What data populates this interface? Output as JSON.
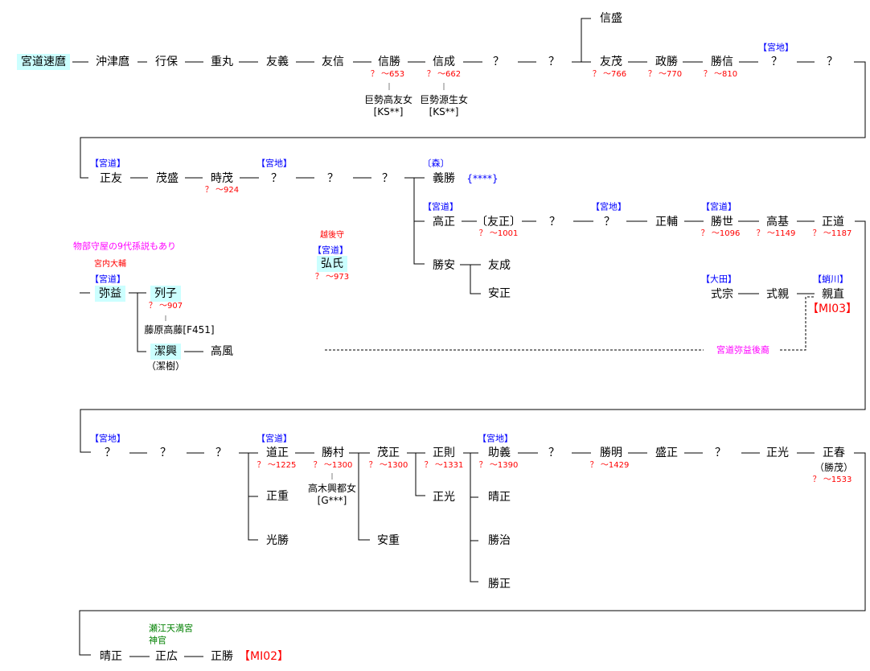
{
  "colors": {
    "house": "#0000ff",
    "years": "#ff0000",
    "note": "#ff00ff",
    "shrine": "#008000",
    "highlight": "#ccffff"
  },
  "row1": [
    {
      "name": "宮道速麿"
    },
    {
      "name": "沖津麿"
    },
    {
      "name": "行保"
    },
    {
      "name": "重丸"
    },
    {
      "name": "友義"
    },
    {
      "name": "友信"
    },
    {
      "name": "信勝",
      "years": "？ ～653",
      "spouse": "巨勢高友女",
      "spouse_ref": "[KS**]"
    },
    {
      "name": "信成",
      "years": "？ ～662",
      "spouse": "巨勢源生女",
      "spouse_ref": "[KS**]"
    },
    {
      "name": "？"
    },
    {
      "name": "？"
    },
    {
      "name": "友茂",
      "years": "？ ～766"
    },
    {
      "name": "政勝",
      "years": "？ ～770"
    },
    {
      "name": "勝信",
      "years": "？ ～810"
    },
    {
      "name": "？",
      "house": "【宮地】"
    },
    {
      "name": "？"
    }
  ],
  "row1_branch": {
    "name": "信盛"
  },
  "row2": [
    {
      "name": "正友",
      "house": "【宮道】"
    },
    {
      "name": "茂盛"
    },
    {
      "name": "時茂",
      "years": "？ ～924"
    },
    {
      "name": "？",
      "house": "【宮地】"
    },
    {
      "name": "？"
    },
    {
      "name": "？"
    },
    {
      "name": "義勝",
      "house": "〔森〕",
      "note": "{****}"
    }
  ],
  "row3": [
    {
      "name": "高正",
      "house": "【宮道】"
    },
    {
      "name": "〔友正〕",
      "years": "？ ～1001"
    },
    {
      "name": "？"
    },
    {
      "name": "？",
      "house": "【宮地】"
    },
    {
      "name": "正輔"
    },
    {
      "name": "勝世",
      "house": "【宮道】",
      "years": "？ ～1096"
    },
    {
      "name": "高基",
      "years": "？ ～1149"
    },
    {
      "name": "正道",
      "years": "？ ～1187"
    }
  ],
  "row3_sub": {
    "name": "勝安",
    "children": [
      "友成",
      "安正"
    ]
  },
  "branch_right": [
    {
      "name": "式宗",
      "house": "【大田】"
    },
    {
      "name": "式親"
    },
    {
      "name": "親直",
      "house": "【蛸川】",
      "ref": "【MI03】"
    }
  ],
  "descendant_note": "宮道弥益後裔",
  "left_branch": {
    "note": "物部守屋の9代孫説もあり",
    "title": "宮内大輔",
    "house": "【宮道】",
    "name": "弥益",
    "daughter": {
      "name": "列子",
      "years": "？ ～907",
      "spouse": "藤原高藤[F451]"
    },
    "son": {
      "name": "潔興",
      "alt": "（潔樹）",
      "child": "高風"
    }
  },
  "hiroji": {
    "title": "越後守",
    "house": "【宮道】",
    "name": "弘氏",
    "years": "？ ～973"
  },
  "row4": [
    {
      "name": "？",
      "house": "【宮地】"
    },
    {
      "name": "？"
    },
    {
      "name": "？"
    },
    {
      "name": "道正",
      "house": "【宮道】",
      "years": "？ ～1225"
    },
    {
      "name": "勝村",
      "years": "？ ～1300",
      "spouse": "高木興都女",
      "spouse_ref": "[G***]"
    },
    {
      "name": "茂正",
      "years": "？ ～1300"
    },
    {
      "name": "正則",
      "years": "？ ～1331"
    },
    {
      "name": "助義",
      "house": "【宮地】",
      "years": "？ ～1390"
    },
    {
      "name": "？"
    },
    {
      "name": "勝明",
      "years": "？ ～1429"
    },
    {
      "name": "盛正"
    },
    {
      "name": "？"
    },
    {
      "name": "正光"
    },
    {
      "name": "正春",
      "alt": "（勝茂）",
      "years": "？ ～1533"
    }
  ],
  "row4_sub": {
    "dosei_brothers": [
      "正重",
      "光勝"
    ],
    "katsumura_son": [
      "安重"
    ],
    "shigemasa_son": [
      "正光"
    ],
    "masanori_sons": [
      "晴正",
      "勝治",
      "勝正"
    ]
  },
  "row5": [
    {
      "name": "晴正"
    },
    {
      "name": "正広",
      "title_line1": "瀬江天満宮",
      "title_line2": "神官"
    },
    {
      "name": "正勝",
      "ref": "【MI02】"
    }
  ]
}
